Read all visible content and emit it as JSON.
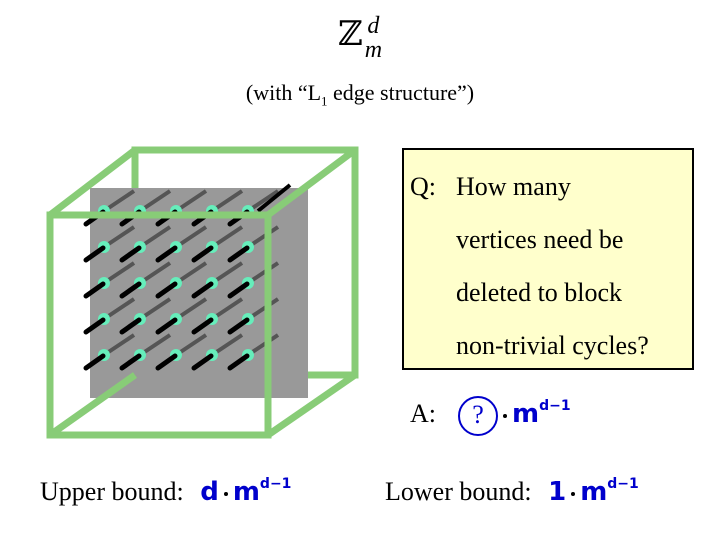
{
  "title": {
    "base": "ℤ",
    "sup": "d",
    "sub": "m"
  },
  "subtitle": {
    "prefix": "(with “L",
    "sub": "1",
    "suffix": " edge structure”)"
  },
  "question": {
    "label": "Q:",
    "lines": [
      "How many",
      "vertices need be",
      "deleted to block",
      "non-trivial cycles?"
    ]
  },
  "answer": {
    "label": "A:",
    "unknown": "?",
    "term": "m",
    "exponent": "d−1"
  },
  "upper_bound": {
    "label": "Upper bound:",
    "coef": "d",
    "term": "m",
    "exponent": "d−1"
  },
  "lower_bound": {
    "label": "Lower bound:",
    "coef": "1",
    "term": "m",
    "exponent": "d−1"
  },
  "colors": {
    "cube_edge": "#88cc77",
    "plane": "#999999",
    "vertex": "#66eebb",
    "edge_dark": "#000000",
    "edge_back": "#555555",
    "question_bg": "#ffffcc",
    "accent": "#0000cc"
  },
  "lattice": {
    "rows": 5,
    "cols": 5
  }
}
